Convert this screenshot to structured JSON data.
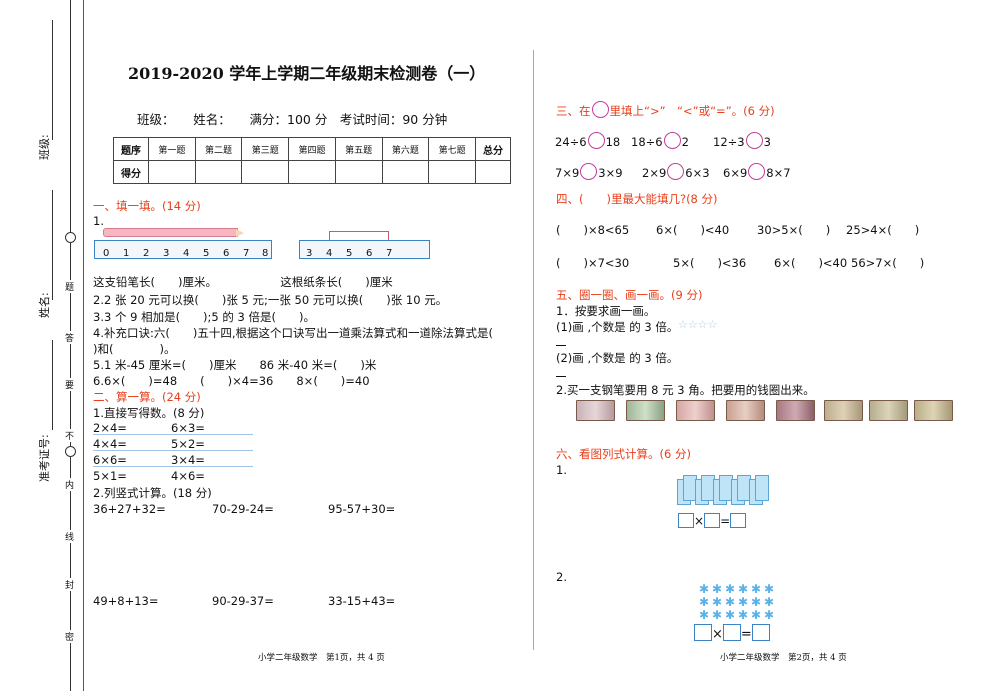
{
  "binding": {
    "class_label": "班级:",
    "name_label": "姓名:",
    "id_label": "准考证号:",
    "seal_chars": [
      "题",
      "答",
      "要",
      "不",
      "内",
      "线",
      "封",
      "密"
    ]
  },
  "title": "2019-2020 学年上学期二年级期末检测卷（一）",
  "info_line": "班级：　　姓名：　　满分：100 分　考试时间：90 分钟",
  "score_table": {
    "row1": [
      "题序",
      "第一题",
      "第二题",
      "第三题",
      "第四题",
      "第五题",
      "第六题",
      "第七题",
      "总分"
    ],
    "row2_label": "得分"
  },
  "section1": {
    "title": "一、填一填。(14 分)",
    "q1_label": "1.",
    "ruler_nums_a": [
      "0",
      "1",
      "2",
      "3",
      "4",
      "5",
      "6",
      "7",
      "8"
    ],
    "ruler_nums_b": [
      "3",
      "4",
      "5",
      "6",
      "7"
    ],
    "lines": [
      "这支铅笔长(　　)厘米。　　　　　　这根纸条长(　　)厘米",
      "2.2 张 20 元可以换(　　)张 5 元;一张 50 元可以换(　　)张 10 元。",
      "3.3 个 9 相加是(　　);5 的 3 倍是(　　)。",
      "4.补充口诀:六(　　)五十四,根据这个口诀写出一道乘法算式和一道除法算式是(",
      ")和(　　　　)。",
      "5.1 米-45 厘米=(　　)厘米　　86 米-40 米=(　　)米",
      "6.6×(　　)=48　　(　　)×4=36　　8×(　　)=40"
    ]
  },
  "section2": {
    "title": "二、算一算。(24 分)",
    "sub1": "1.直接写得数。(8 分)",
    "oral": [
      [
        "2×4=",
        "6×3="
      ],
      [
        "4×4=",
        "5×2="
      ],
      [
        "6×6=",
        "3×4="
      ],
      [
        "5×1=",
        "4×6="
      ]
    ],
    "sub2": "2.列竖式计算。(18 分)",
    "vertical_row1": [
      "36+27+32=",
      "70-29-24=",
      "95-57+30="
    ],
    "vertical_row2": [
      "49+8+13=",
      "90-29-37=",
      "33-15+43="
    ]
  },
  "footer_left": "小学二年级数学　第1页，共 4 页",
  "footer_right": "小学二年级数学　第2页，共 4 页",
  "section3": {
    "title_a": "三、在",
    "title_b": "里填上“>”　“<”或“=”。(6 分)",
    "row1": [
      [
        "24÷6",
        "18"
      ],
      [
        "18÷6",
        "2"
      ],
      [
        "12÷3",
        "3"
      ]
    ],
    "row2": [
      [
        "7×9",
        "3×9"
      ],
      [
        "2×9",
        "6×3"
      ],
      [
        "6×9",
        "8×7"
      ]
    ]
  },
  "section4": {
    "title": "四、(　　)里最大能填几?(8 分)",
    "row1": [
      "(　　)×8<65",
      "6×(　　)<40",
      "30>5×(　　)",
      "25>4×(　　)"
    ],
    "row2": [
      "(　　)×7<30",
      "5×(　　)<36",
      "6×(　　)<40",
      "56>7×(　　)"
    ]
  },
  "section5": {
    "title": "五、圈一圈、画一画。(9 分)",
    "q1": "1．按要求画一画。",
    "q1a": "(1)画 ,个数是 的 3 倍。",
    "q1b": "(2)画 ,个数是 的 3 倍。",
    "q2": "2.买一支钢笔要用 8 元 3 角。把要用的钱圈出来。"
  },
  "section6": {
    "title": "六、看图列式计算。(6 分)",
    "q1": "1.",
    "q2": "2.",
    "times": "×",
    "equals": "="
  }
}
